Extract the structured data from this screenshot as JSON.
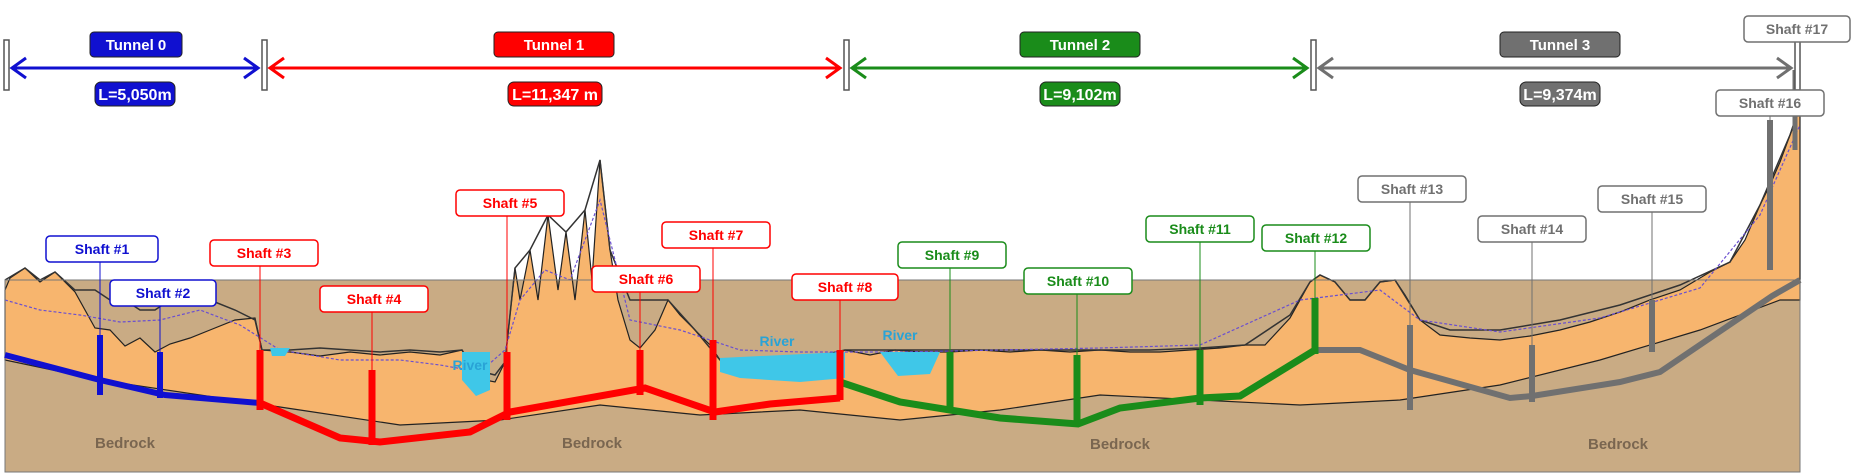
{
  "colors": {
    "tunnel0": "#1010d0",
    "tunnel1": "#ff0000",
    "tunnel2": "#1a8c1a",
    "tunnel3": "#707070",
    "bedrock": "#c9ab84",
    "overburden": "#f7b56e",
    "water": "#3fc7e8"
  },
  "tunnels": [
    {
      "id": "t0",
      "name": "Tunnel 0",
      "length": "L=5,050m",
      "color": "#1010d0"
    },
    {
      "id": "t1",
      "name": "Tunnel 1",
      "length": "L=11,347 m",
      "color": "#ff0000"
    },
    {
      "id": "t2",
      "name": "Tunnel 2",
      "length": "L=9,102m",
      "color": "#1a8c1a"
    },
    {
      "id": "t3",
      "name": "Tunnel 3",
      "length": "L=9,374m",
      "color": "#707070"
    }
  ],
  "shafts": [
    {
      "label": "Shaft #1",
      "tunnel": "t0"
    },
    {
      "label": "Shaft #2",
      "tunnel": "t0"
    },
    {
      "label": "Shaft #3",
      "tunnel": "t1"
    },
    {
      "label": "Shaft #4",
      "tunnel": "t1"
    },
    {
      "label": "Shaft #5",
      "tunnel": "t1"
    },
    {
      "label": "Shaft #6",
      "tunnel": "t1"
    },
    {
      "label": "Shaft #7",
      "tunnel": "t1"
    },
    {
      "label": "Shaft #8",
      "tunnel": "t1"
    },
    {
      "label": "Shaft #9",
      "tunnel": "t2"
    },
    {
      "label": "Shaft #10",
      "tunnel": "t2"
    },
    {
      "label": "Shaft #11",
      "tunnel": "t2"
    },
    {
      "label": "Shaft #12",
      "tunnel": "t2"
    },
    {
      "label": "Shaft #13",
      "tunnel": "t3"
    },
    {
      "label": "Shaft #14",
      "tunnel": "t3"
    },
    {
      "label": "Shaft #15",
      "tunnel": "t3"
    },
    {
      "label": "Shaft #16",
      "tunnel": "t3"
    },
    {
      "label": "Shaft #17",
      "tunnel": "t3"
    }
  ],
  "rivers": [
    "River",
    "River",
    "River"
  ],
  "bedrock_labels": [
    "Bedrock",
    "Bedrock",
    "Bedrock",
    "Bedrock"
  ]
}
